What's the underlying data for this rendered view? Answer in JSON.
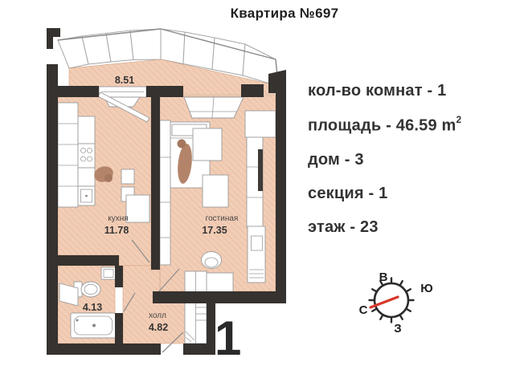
{
  "title": "Квартира №697",
  "details": {
    "rooms_count": "кол-во комнат - 1",
    "area_prefix": "площадь - 46.59 m",
    "area_superscript": "2",
    "house": "дом - 3",
    "section": "секция - 1",
    "floor": "этаж - 23"
  },
  "plan": {
    "balcony": {
      "area": "8.51"
    },
    "kitchen": {
      "label": "кухня",
      "area": "11.78"
    },
    "living_room": {
      "label": "гостиная",
      "area": "17.35"
    },
    "bathroom": {
      "area": "4.13"
    },
    "hall": {
      "label": "холл",
      "area": "4.82"
    },
    "apartment_number": "1"
  },
  "compass": {
    "east": "В",
    "south": "Ю",
    "north": "С",
    "west": "З"
  },
  "colors": {
    "wall": "#35322f",
    "room_fill": "#f2cdb5",
    "hatch_line": "#e3b49b",
    "needle_red": "#d6382a",
    "figure_brown": "#b3846a",
    "text_dark": "#333333"
  }
}
